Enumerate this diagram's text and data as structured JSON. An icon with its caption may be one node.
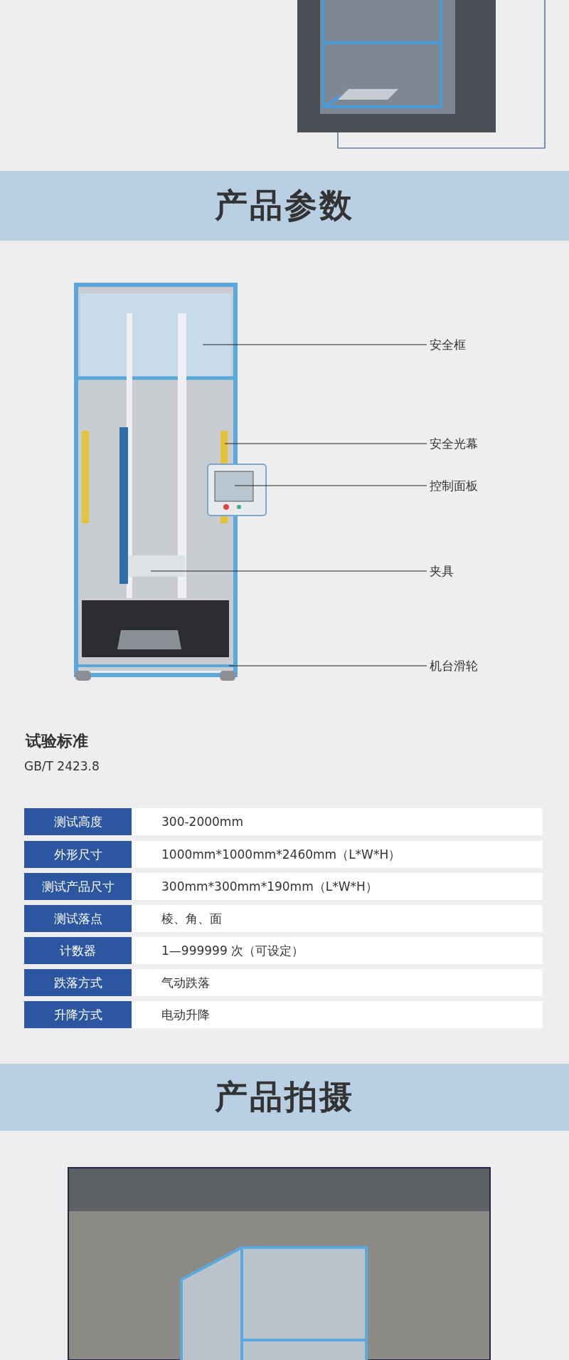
{
  "diagram": {
    "nodes": [
      {
        "text": [
          "产品参数"
        ]
      },
      {
        "text": [
          "安全框"
        ]
      },
      {
        "text": [
          "安全光幕"
        ]
      },
      {
        "text": [
          "控制面板"
        ]
      },
      {
        "text": [
          "夹具"
        ]
      },
      {
        "text": [
          "机台滑轮"
        ]
      },
      {
        "text": [
          "产品拍摄"
        ]
      }
    ],
    "edges": [
      {
        "from": 1,
        "to": null,
        "arrow": "none"
      },
      {
        "from": 2,
        "to": null,
        "arrow": "none"
      },
      {
        "from": 3,
        "to": null,
        "arrow": "none"
      },
      {
        "from": 4,
        "to": null,
        "arrow": "none"
      },
      {
        "from": 5,
        "to": null,
        "arrow": "none"
      }
    ],
    "labels": [
      "试验标准",
      "GB/T 2423.8",
      "测试高度",
      "300-2000mm",
      "外形尺寸",
      "1000mm*1000mm*2460mm（L*W*H）",
      "测试产品尺寸",
      "300mm*300mm*190mm（L*W*H）",
      "测试落点",
      "棱、角、面",
      "计数器",
      "1—999999 次（可设定）",
      "跌落方式",
      "气动跌落",
      "升降方式",
      "电动升降"
    ]
  }
}
